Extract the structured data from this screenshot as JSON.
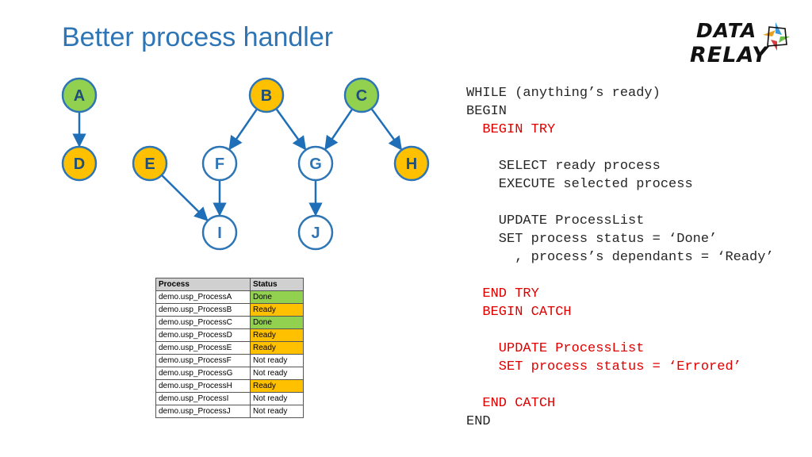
{
  "title": "Better process handler",
  "logo": {
    "line1": "DATA",
    "line2": "RELAY"
  },
  "colors": {
    "title": "#2e75b6",
    "node_border": "#2e75b6",
    "edge": "#1f6fb8",
    "done": "#92d050",
    "ready": "#ffc000",
    "not_ready": "#ffffff",
    "code_error": "#e00000"
  },
  "graph": {
    "nodes": [
      {
        "id": "A",
        "label": "A",
        "status": "done"
      },
      {
        "id": "B",
        "label": "B",
        "status": "ready"
      },
      {
        "id": "C",
        "label": "C",
        "status": "done"
      },
      {
        "id": "D",
        "label": "D",
        "status": "ready"
      },
      {
        "id": "E",
        "label": "E",
        "status": "ready"
      },
      {
        "id": "F",
        "label": "F",
        "status": "not_ready"
      },
      {
        "id": "G",
        "label": "G",
        "status": "not_ready"
      },
      {
        "id": "H",
        "label": "H",
        "status": "ready"
      },
      {
        "id": "I",
        "label": "I",
        "status": "not_ready"
      },
      {
        "id": "J",
        "label": "J",
        "status": "not_ready"
      }
    ],
    "edges": [
      {
        "from": "A",
        "to": "D"
      },
      {
        "from": "B",
        "to": "F"
      },
      {
        "from": "B",
        "to": "G"
      },
      {
        "from": "C",
        "to": "G"
      },
      {
        "from": "C",
        "to": "H"
      },
      {
        "from": "E",
        "to": "I"
      },
      {
        "from": "F",
        "to": "I"
      },
      {
        "from": "G",
        "to": "J"
      }
    ]
  },
  "table": {
    "headers": [
      "Process",
      "Status"
    ],
    "rows": [
      {
        "process": "demo.usp_ProcessA",
        "status": "Done",
        "state": "done"
      },
      {
        "process": "demo.usp_ProcessB",
        "status": "Ready",
        "state": "ready"
      },
      {
        "process": "demo.usp_ProcessC",
        "status": "Done",
        "state": "done"
      },
      {
        "process": "demo.usp_ProcessD",
        "status": "Ready",
        "state": "ready"
      },
      {
        "process": "demo.usp_ProcessE",
        "status": "Ready",
        "state": "ready"
      },
      {
        "process": "demo.usp_ProcessF",
        "status": "Not ready",
        "state": "not_ready"
      },
      {
        "process": "demo.usp_ProcessG",
        "status": "Not ready",
        "state": "not_ready"
      },
      {
        "process": "demo.usp_ProcessH",
        "status": "Ready",
        "state": "ready"
      },
      {
        "process": "demo.usp_ProcessI",
        "status": "Not ready",
        "state": "not_ready"
      },
      {
        "process": "demo.usp_ProcessJ",
        "status": "Not ready",
        "state": "not_ready"
      }
    ]
  },
  "code": [
    {
      "text": "WHILE (anything’s ready)",
      "style": "normal"
    },
    {
      "text": "BEGIN",
      "style": "normal"
    },
    {
      "text": "  BEGIN TRY",
      "style": "red"
    },
    {
      "text": "",
      "style": "normal"
    },
    {
      "text": "    SELECT ready process",
      "style": "normal"
    },
    {
      "text": "    EXECUTE selected process",
      "style": "normal"
    },
    {
      "text": "",
      "style": "normal"
    },
    {
      "text": "    UPDATE ProcessList",
      "style": "normal"
    },
    {
      "text": "    SET process status = ‘Done’",
      "style": "normal"
    },
    {
      "text": "      , process’s dependants = ‘Ready’",
      "style": "normal"
    },
    {
      "text": "",
      "style": "normal"
    },
    {
      "text": "  END TRY",
      "style": "red"
    },
    {
      "text": "  BEGIN CATCH",
      "style": "red"
    },
    {
      "text": "",
      "style": "normal"
    },
    {
      "text": "    UPDATE ProcessList",
      "style": "red"
    },
    {
      "text": "    SET process status = ‘Errored’",
      "style": "red"
    },
    {
      "text": "",
      "style": "normal"
    },
    {
      "text": "  END CATCH",
      "style": "red"
    },
    {
      "text": "END",
      "style": "normal"
    }
  ]
}
